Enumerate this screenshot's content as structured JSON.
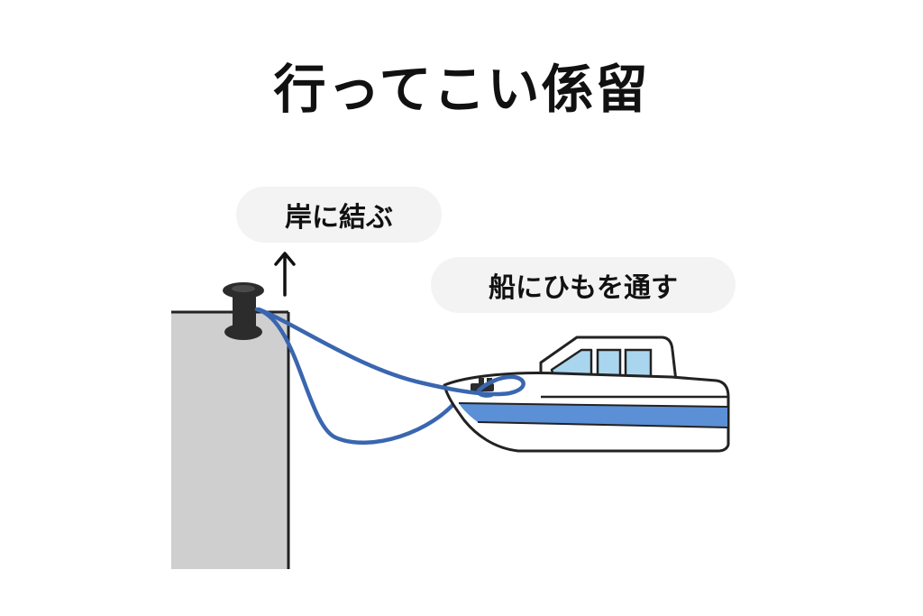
{
  "title": "行ってこい係留",
  "labels": {
    "shore": "岸に結ぶ",
    "boat": "船にひもを通す"
  },
  "colors": {
    "rope": "#3a66b0",
    "boat_stripe": "#5b8fd6",
    "window": "#a9d6ee",
    "pier": "#cfcfcf",
    "bollard": "#2c2c2c",
    "outline": "#222222"
  },
  "icons": {
    "arrow": "arrow-up-icon"
  }
}
